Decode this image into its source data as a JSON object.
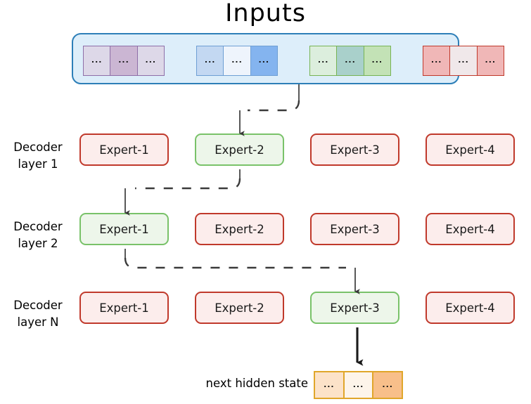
{
  "diagram": {
    "title": "Inputs",
    "ellipsis": "...",
    "colors": {
      "panel_fill": "#ddeefa",
      "panel_border": "#2d7fb8",
      "expert_inactive_fill": "#fcedec",
      "expert_inactive_border": "#c0392b",
      "expert_active_fill": "#edf6ea",
      "expert_active_border": "#79c269",
      "arrow": "#3a3a3a",
      "dashed": "#3a3a3a",
      "hidden_state_border": "#e0a62a"
    }
  },
  "inputs": {
    "panel_label": "Inputs",
    "groups": [
      {
        "name": "purple-token-group",
        "border": "#8e6fa8",
        "cells": [
          {
            "text": "...",
            "fill": "#ddd8e8"
          },
          {
            "text": "...",
            "fill": "#cbb6d3"
          },
          {
            "text": "...",
            "fill": "#ddd8e8"
          }
        ]
      },
      {
        "name": "blue-token-group",
        "border": "#6e9fd4",
        "cells": [
          {
            "text": "...",
            "fill": "#c3d8f2"
          },
          {
            "text": "...",
            "fill": "#eef4fc"
          },
          {
            "text": "...",
            "fill": "#84b4ef"
          }
        ]
      },
      {
        "name": "green-token-group",
        "border": "#77b454",
        "cells": [
          {
            "text": "...",
            "fill": "#dceedd"
          },
          {
            "text": "...",
            "fill": "#a9d0cb"
          },
          {
            "text": "...",
            "fill": "#c3e2b6"
          }
        ]
      },
      {
        "name": "red-token-group",
        "border": "#c0392b",
        "cells": [
          {
            "text": "...",
            "fill": "#f0b7b7"
          },
          {
            "text": "...",
            "fill": "#f0e8ea"
          },
          {
            "text": "...",
            "fill": "#f0b7b7"
          }
        ]
      }
    ]
  },
  "layers": [
    {
      "label_line1": "Decoder",
      "label_line2": "layer 1",
      "experts": [
        {
          "label": "Expert-1",
          "state": "inactive"
        },
        {
          "label": "Expert-2",
          "state": "active"
        },
        {
          "label": "Expert-3",
          "state": "inactive"
        },
        {
          "label": "Expert-4",
          "state": "inactive"
        }
      ]
    },
    {
      "label_line1": "Decoder",
      "label_line2": "layer 2",
      "experts": [
        {
          "label": "Expert-1",
          "state": "active"
        },
        {
          "label": "Expert-2",
          "state": "inactive"
        },
        {
          "label": "Expert-3",
          "state": "inactive"
        },
        {
          "label": "Expert-4",
          "state": "inactive"
        }
      ]
    },
    {
      "label_line1": "Decoder",
      "label_line2": "layer N",
      "experts": [
        {
          "label": "Expert-1",
          "state": "inactive"
        },
        {
          "label": "Expert-2",
          "state": "inactive"
        },
        {
          "label": "Expert-3",
          "state": "active"
        },
        {
          "label": "Expert-4",
          "state": "inactive"
        }
      ]
    }
  ],
  "output": {
    "label": "next hidden state",
    "cells": [
      {
        "text": "...",
        "fill": "#fce2c8"
      },
      {
        "text": "...",
        "fill": "#fdf4ea"
      },
      {
        "text": "...",
        "fill": "#f8bf8a"
      }
    ],
    "border": "#e0a62a"
  }
}
